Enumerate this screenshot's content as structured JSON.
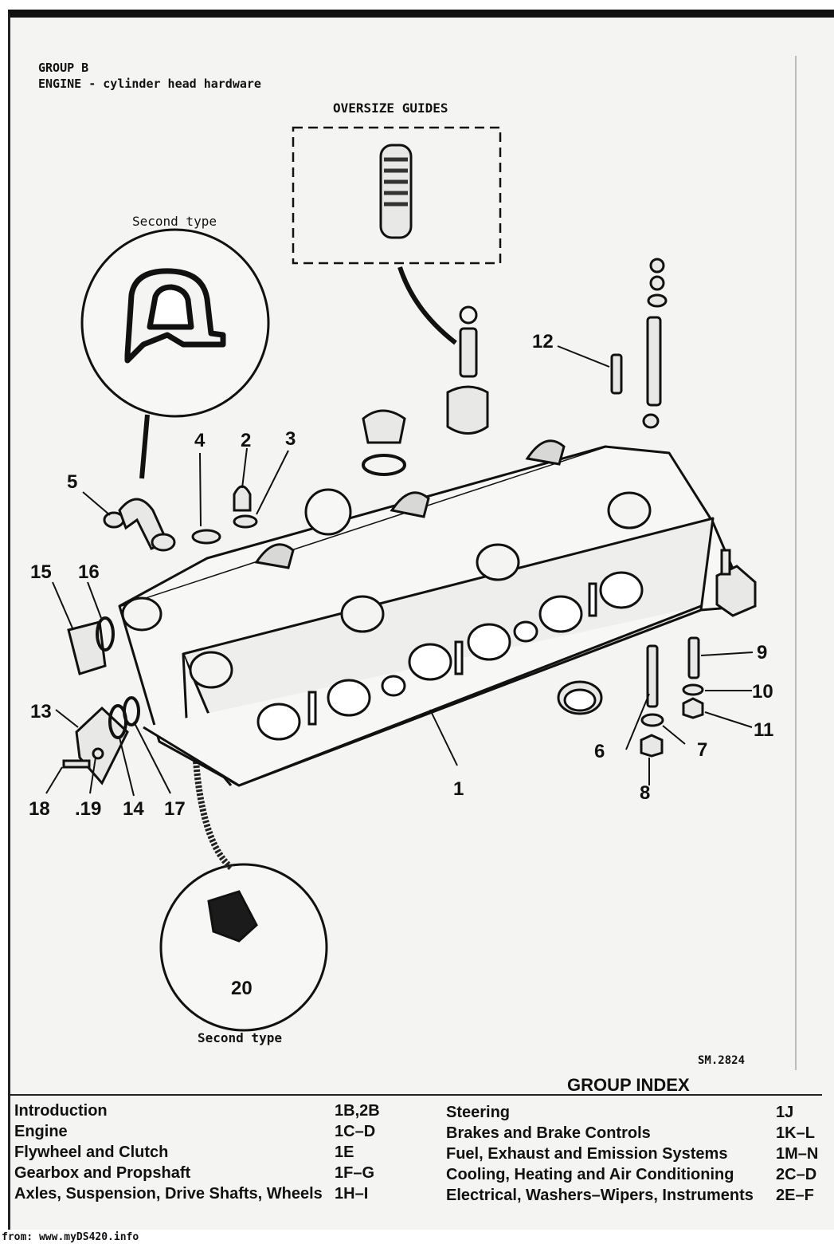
{
  "header": {
    "group": "GROUP B",
    "subtitle": "ENGINE - cylinder head hardware"
  },
  "diagram": {
    "oversize_label": "OVERSIZE GUIDES",
    "second_type_top": "Second type",
    "second_type_bottom": "Second type",
    "ref": "SM.2824",
    "callouts": [
      "1",
      "2",
      "3",
      "4",
      "5",
      "6",
      "7",
      "8",
      "9",
      "10",
      "11",
      "12",
      "13",
      "14",
      "15",
      "16",
      "17",
      "18",
      ".19",
      "20"
    ]
  },
  "group_index": {
    "title": "GROUP INDEX",
    "left": [
      {
        "name": "Introduction",
        "code": "1B,2B"
      },
      {
        "name": "Engine",
        "code": "1C–D"
      },
      {
        "name": "Flywheel and Clutch",
        "code": "1E"
      },
      {
        "name": "Gearbox and Propshaft",
        "code": "1F–G"
      },
      {
        "name": "Axles, Suspension, Drive Shafts, Wheels",
        "code": "1H–I"
      }
    ],
    "right": [
      {
        "name": "Steering",
        "code": "1J"
      },
      {
        "name": "Brakes and Brake Controls",
        "code": "1K–L"
      },
      {
        "name": "Fuel, Exhaust and Emission Systems",
        "code": "1M–N"
      },
      {
        "name": "Cooling, Heating and Air Conditioning",
        "code": "2C–D"
      },
      {
        "name": "Electrical, Washers–Wipers, Instruments",
        "code": "2E–F"
      }
    ]
  },
  "footer": {
    "source": "from: www.myDS420.info"
  }
}
